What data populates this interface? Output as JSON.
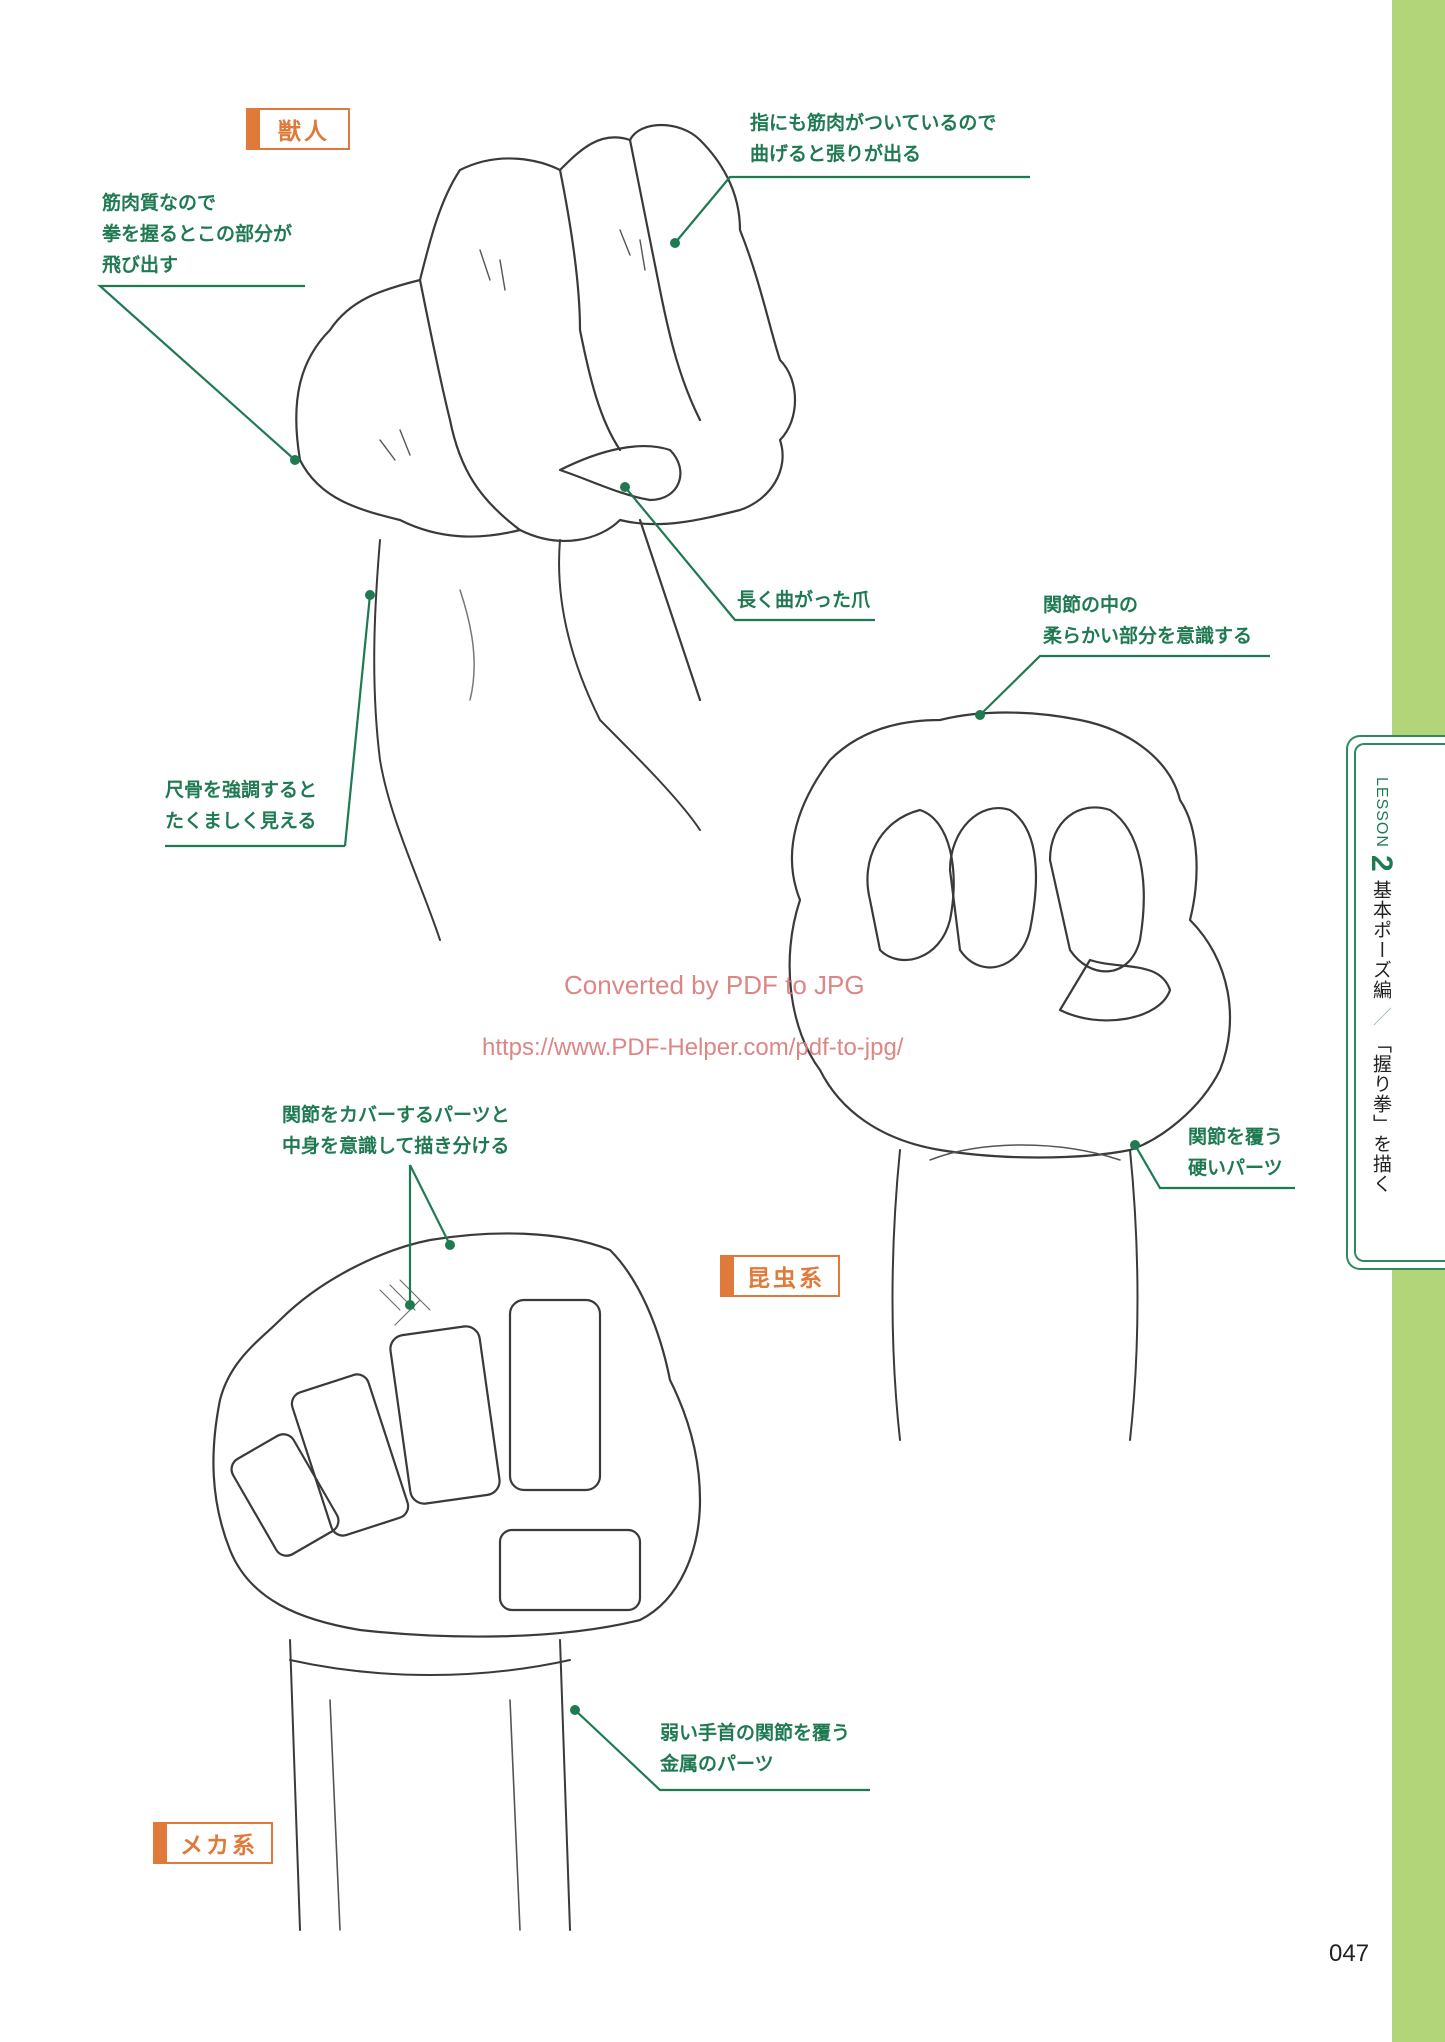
{
  "page": {
    "page_number": "047",
    "accent_colors": {
      "sidebar_green": "#b3d57a",
      "annotation_green": "#1f7a52",
      "tag_orange": "#e07a3a",
      "watermark": "#d9797a"
    }
  },
  "sidebar": {
    "lesson_label": "LESSON",
    "lesson_number": "2",
    "section": "基本ポーズ編",
    "separator": "／",
    "topic": "「握り拳」を描く"
  },
  "sections": [
    {
      "tag": "獣人",
      "annotations": [
        "指にも筋肉がついているので\n曲げると張りが出る",
        "筋肉質なので\n拳を握るとこの部分が\n飛び出す",
        "長く曲がった爪",
        "尺骨を強調すると\nたくましく見える"
      ]
    },
    {
      "tag": "昆虫系",
      "annotations": [
        "関節の中の\n柔らかい部分を意識する",
        "関節を覆う\n硬いパーツ"
      ]
    },
    {
      "tag": "メカ系",
      "annotations": [
        "関節をカバーするパーツと\n中身を意識して描き分ける",
        "弱い手首の関節を覆う\n金属のパーツ"
      ]
    }
  ],
  "watermark": {
    "line1": "Converted by PDF to JPG",
    "line2": "https://www.PDF-Helper.com/pdf-to-jpg/"
  }
}
